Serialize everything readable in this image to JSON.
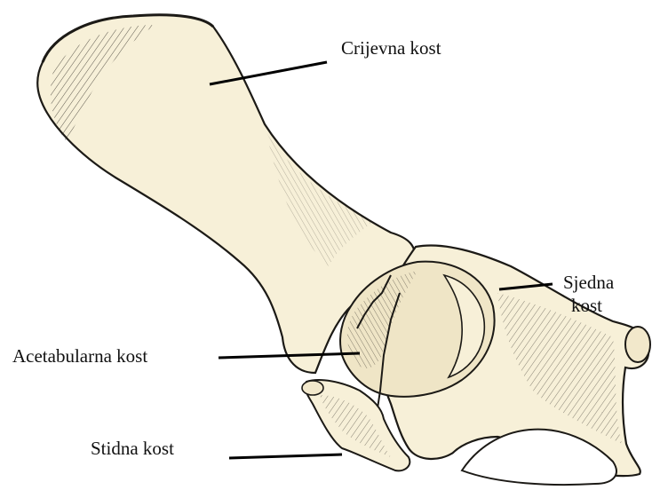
{
  "labels": {
    "crijevna": "Crijevna kost",
    "sjedna_line1": "Sjedna",
    "sjedna_line2": "kost",
    "acetabularna": "Acetabularna kost",
    "stidna": "Stidna kost"
  },
  "colors": {
    "bone_fill": "#f7f0d8",
    "bone_shade": "#e9dfbf",
    "outline": "#1c1a16",
    "leader": "#000000"
  }
}
